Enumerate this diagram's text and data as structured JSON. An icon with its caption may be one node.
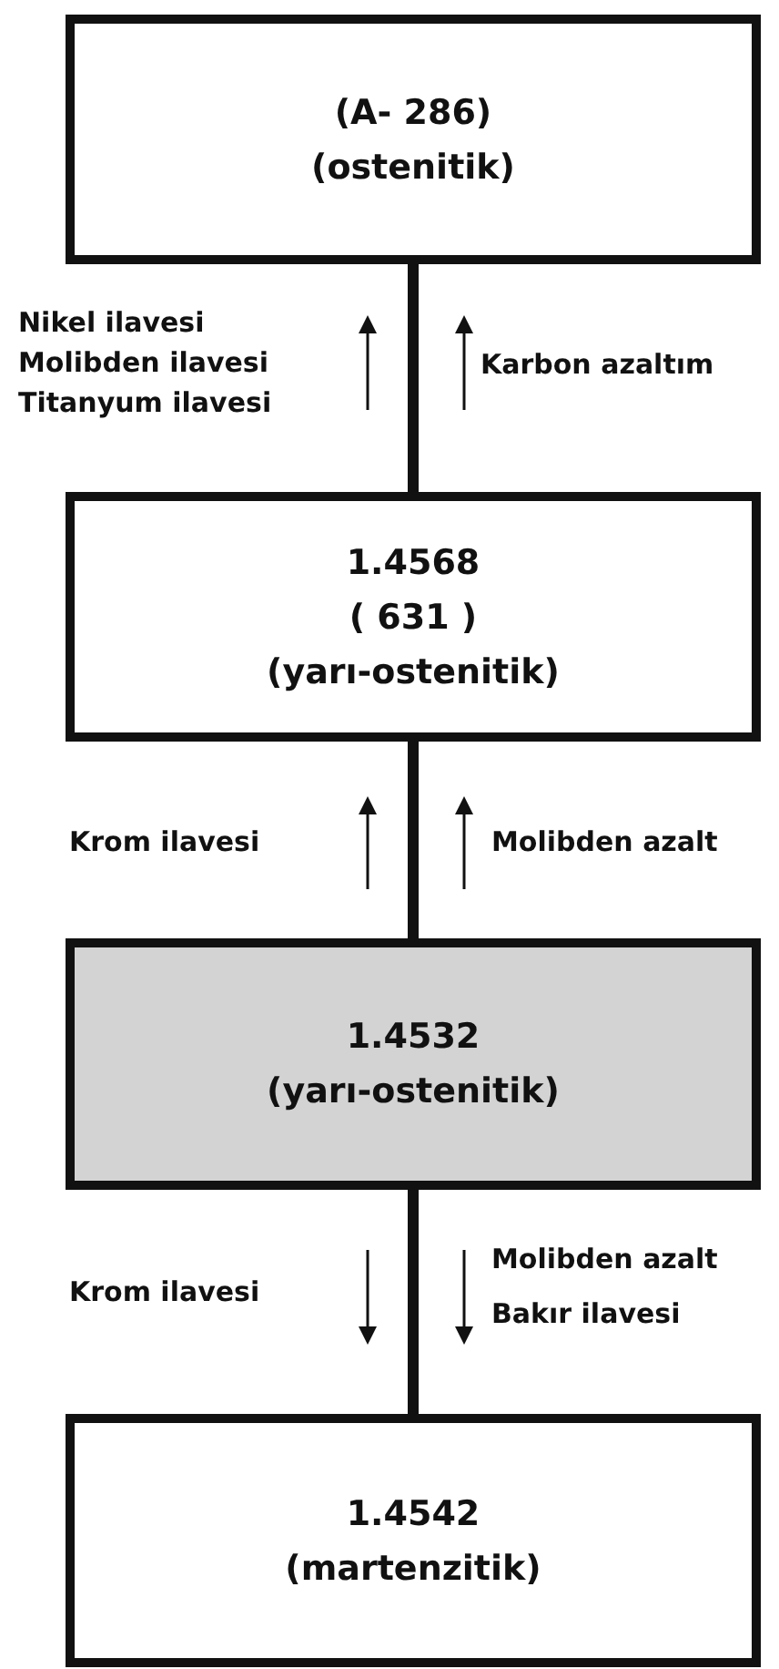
{
  "diagram": {
    "nodes": [
      {
        "text": [
          "(A- 286)",
          "(ostenitik)"
        ]
      },
      {
        "text": [
          "1.4568",
          "( 631 )",
          "(yarı-ostenitik)"
        ]
      },
      {
        "text": [
          "1.4532",
          "(yarı-ostenitik)"
        ]
      },
      {
        "text": [
          "1.4542",
          "(martenzitik)"
        ]
      }
    ],
    "edges": [
      {
        "from": 0,
        "to": 1,
        "arrow": "none"
      },
      {
        "from": 1,
        "to": 2,
        "arrow": "none"
      },
      {
        "from": 2,
        "to": 3,
        "arrow": "none"
      }
    ],
    "labels": [
      "Nikel ilavesi",
      "Molibden ilavesi",
      "Titanyum ilavesi",
      "Karbon azaltım",
      "Krom ilavesi",
      "Molibden azalt",
      "Krom ilavesi",
      "Molibden azalt",
      "Bakır ilavesi"
    ]
  }
}
